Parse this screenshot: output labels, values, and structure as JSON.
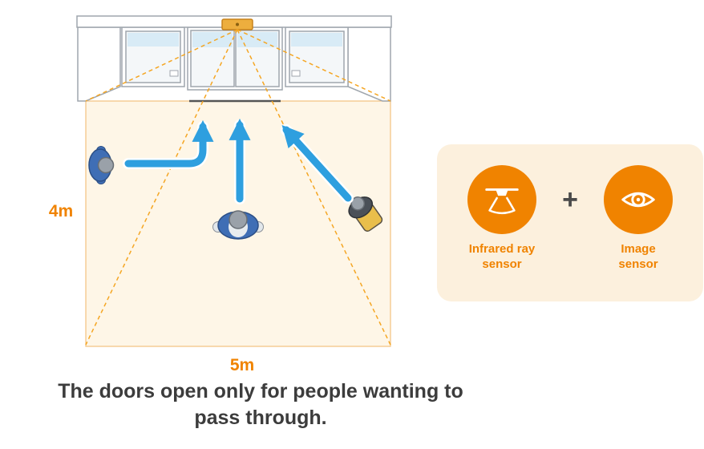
{
  "diagram": {
    "side_label": "4m",
    "bottom_label": "5m"
  },
  "sensor_panel": {
    "infrared": {
      "icon": "infrared-sensor-icon",
      "label": "Infrared ray\nsensor"
    },
    "plus": "+",
    "image": {
      "icon": "eye-icon",
      "label": "Image\nsensor"
    }
  },
  "caption": "The doors open only for people wanting to\npass through.",
  "colors": {
    "accent_orange": "#F08300",
    "beam_orange": "#F5A623",
    "panel_bg": "#FCF0DD",
    "detection_area_fill": "#FEF6E7",
    "arrow_blue": "#2E9FDF"
  }
}
